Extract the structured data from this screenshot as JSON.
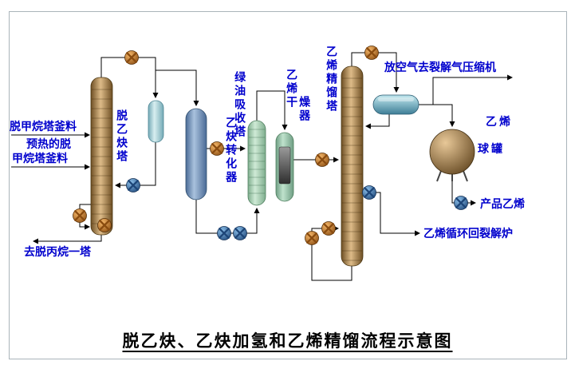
{
  "title": "脱乙炔、乙炔加氢和乙烯精馏流程示意图",
  "streams": {
    "feed_top": "脱甲烷塔釜料",
    "feed_preheated_line1": "预热的脱",
    "feed_preheated_line2": "甲烷塔釜料",
    "bottoms": "去脱丙烷一塔",
    "vent": "放空气去裂解气压缩机",
    "product": "产品乙烯",
    "recycle": "乙烯循环回裂解炉"
  },
  "equipment": {
    "deacetylene_tower": "脱乙炔塔",
    "acetylene_converter": "乙炔转化器",
    "green_oil_absorber": "绿油吸收塔",
    "ethylene_dryer_line1": "乙烯干",
    "ethylene_dryer_line2": "燥器",
    "ethylene_splitter": "乙烯精馏塔",
    "ethylene_sphere_line1": "乙烯",
    "ethylene_sphere_line2": "球罐"
  },
  "colors": {
    "label_text": "#0000cd",
    "title_text": "#000000",
    "pipe": "#000000",
    "frame_border": "#aab4ba",
    "tower_shell_light": "#ddbb88",
    "tower_shell_dark": "#6e4f24",
    "converter_light": "#a9c2dd",
    "converter_dark": "#4a6a96",
    "absorber_light": "#cfead6",
    "absorber_dark": "#7fae8e",
    "dryer_light": "#bfe2cc",
    "dryer_dark": "#6f9e84",
    "dryer_bed_light": "#9a9a9a",
    "dryer_bed_dark": "#2e2e2e",
    "drum_light": "#d8eef0",
    "drum_dark": "#74aab6",
    "condenser_light": "#b8e0e8",
    "condenser_dark": "#3e7e96",
    "sphere_light": "#e8c898",
    "sphere_dark": "#5e421c",
    "pump_orange_light": "#f6b86a",
    "pump_orange_dark": "#8a4c10",
    "pump_blue_light": "#8cc0ea",
    "pump_blue_dark": "#1e4678"
  }
}
